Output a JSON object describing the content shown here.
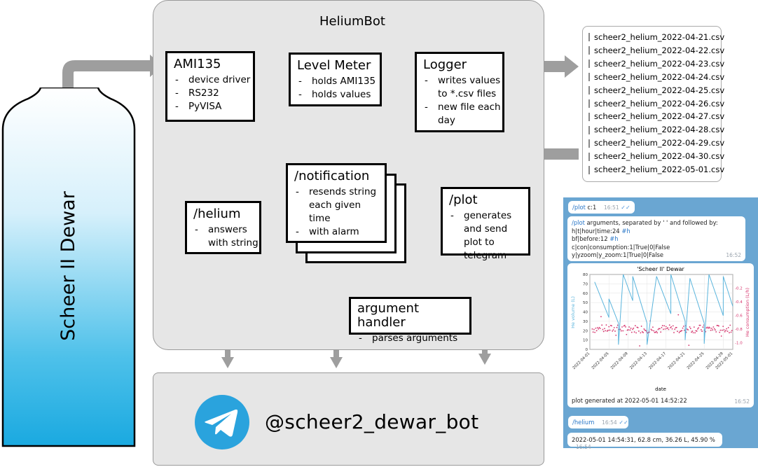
{
  "dewar": {
    "label": "Scheer II Dewar"
  },
  "heliumbot": {
    "title": "HeliumBot"
  },
  "ami135": {
    "title": "AMI135",
    "items": [
      "device driver",
      "RS232",
      "PyVISA"
    ]
  },
  "level_meter": {
    "title": "Level Meter",
    "items": [
      "holds AMI135",
      "holds values"
    ]
  },
  "logger": {
    "title": "Logger",
    "items": [
      "writes values to *.csv files",
      "new file each day"
    ]
  },
  "helium_cmd": {
    "title": "/helium",
    "items": [
      "answers with string"
    ]
  },
  "notification_cmd": {
    "title": "/notification",
    "items": [
      "resends string each given time",
      "with alarm"
    ]
  },
  "plot_cmd": {
    "title": "/plot",
    "items": [
      "generates and send plot to telegram"
    ]
  },
  "arg_handler": {
    "title": "argument handler",
    "items": [
      "parses arguments"
    ]
  },
  "telegram": {
    "handle": "@scheer2_dewar_bot"
  },
  "csv_files": [
    "scheer2_helium_2022-04-21.csv",
    "scheer2_helium_2022-04-22.csv",
    "scheer2_helium_2022-04-23.csv",
    "scheer2_helium_2022-04-24.csv",
    "scheer2_helium_2022-04-25.csv",
    "scheer2_helium_2022-04-26.csv",
    "scheer2_helium_2022-04-27.csv",
    "scheer2_helium_2022-04-28.csv",
    "scheer2_helium_2022-04-29.csv",
    "scheer2_helium_2022-04-30.csv",
    "scheer2_helium_2022-05-01.csv"
  ],
  "chat": {
    "msg1": {
      "cmd": "/plot",
      "args": "c:1",
      "time": "16:51"
    },
    "msg2": {
      "cmd": "/plot",
      "intro": "arguments, separated by ' ' and followed by:",
      "line1": "h|t|hour|time:24",
      "line1_tag": "#h",
      "line2": "bf|before:12",
      "line2_tag": "#h",
      "line3": "c|con|consumption:1|True|0|False",
      "line4": "y|yzoom|y_zoom:1|True|0|False",
      "time": "16:52"
    },
    "msg3": {
      "caption": "plot generated at 2022-05-01 14:52:22",
      "time": "16:52"
    },
    "msg4": {
      "cmd": "/helium",
      "time": "16:54"
    },
    "msg5": {
      "text": "2022-05-01 14:54:31, 62.8 cm, 36.26 L, 45.90 %",
      "time": "16:54"
    }
  },
  "chart_data": {
    "type": "line",
    "title": "'Scheer II' Dewar",
    "xlabel": "date",
    "ylabel": "He volume (L)",
    "y2label": "He consumption (L/h)",
    "xlim": [
      "2022-04-01",
      "2022-05-01"
    ],
    "ylim": [
      0,
      80
    ],
    "y2lim": [
      -1.1,
      0.0
    ],
    "yticks": [
      "0",
      "10",
      "20",
      "30",
      "40",
      "50",
      "60",
      "70",
      "80"
    ],
    "y2ticks": [
      "-1.0",
      "-0.8",
      "-0.6",
      "-0.4",
      "-0.2"
    ],
    "xticks": [
      "2022-04-01",
      "2022-04-05",
      "2022-04-09",
      "2022-04-13",
      "2022-04-17",
      "2022-04-21",
      "2022-04-25",
      "2022-04-29",
      "2022-05-01"
    ],
    "grid": true,
    "colors": {
      "volume": "#5ab4dc",
      "consumption": "#d6336c"
    },
    "series": [
      {
        "name": "He volume (L)",
        "axis": "left",
        "points": [
          [
            "2022-04-02",
            72
          ],
          [
            "2022-04-05",
            34
          ],
          [
            "2022-04-05",
            54
          ],
          [
            "2022-04-07",
            28
          ],
          [
            "2022-04-07",
            5
          ],
          [
            "2022-04-08",
            80
          ],
          [
            "2022-04-10",
            52
          ],
          [
            "2022-04-10",
            78
          ],
          [
            "2022-04-13",
            28
          ],
          [
            "2022-04-13",
            5
          ],
          [
            "2022-04-15",
            78
          ],
          [
            "2022-04-18",
            38
          ],
          [
            "2022-04-18",
            80
          ],
          [
            "2022-04-21",
            30
          ],
          [
            "2022-04-21",
            10
          ],
          [
            "2022-04-22",
            76
          ],
          [
            "2022-04-25",
            28
          ],
          [
            "2022-04-25",
            6
          ],
          [
            "2022-04-26",
            80
          ],
          [
            "2022-04-29",
            36
          ],
          [
            "2022-04-29",
            78
          ],
          [
            "2022-05-01",
            46
          ]
        ]
      },
      {
        "name": "He consumption (L/h)",
        "axis": "right",
        "mean": -0.8,
        "spread": 0.06
      }
    ]
  }
}
